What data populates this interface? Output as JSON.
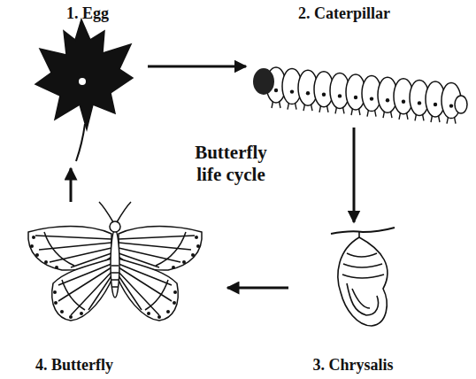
{
  "diagram": {
    "title": "Butterfly life cycle",
    "nodes": [
      {
        "text": [
          "1. Egg"
        ]
      },
      {
        "text": [
          "2. Caterpillar"
        ]
      },
      {
        "text": [
          "3. Chrysalis"
        ]
      },
      {
        "text": [
          "4. Butterfly"
        ]
      }
    ],
    "edges": [
      {
        "from": 0,
        "to": 1,
        "arrow": "to"
      },
      {
        "from": 1,
        "to": 2,
        "arrow": "to"
      },
      {
        "from": 2,
        "to": 3,
        "arrow": "to"
      },
      {
        "from": 3,
        "to": 0,
        "arrow": "to"
      }
    ]
  }
}
